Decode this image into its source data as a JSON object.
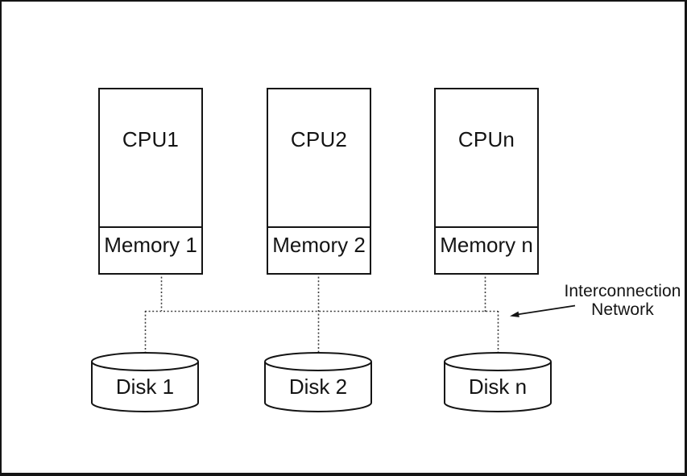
{
  "diagram": {
    "nodes": [
      {
        "cpu_label": "CPU1",
        "memory_label": "Memory 1"
      },
      {
        "cpu_label": "CPU2",
        "memory_label": "Memory 2"
      },
      {
        "cpu_label": "CPUn",
        "memory_label": "Memory n"
      }
    ],
    "disks": [
      {
        "label": "Disk 1"
      },
      {
        "label": "Disk 2"
      },
      {
        "label": "Disk n"
      }
    ],
    "annotation": {
      "line1": "Interconnection",
      "line2": "Network"
    },
    "colors": {
      "ink": "#141414",
      "wire": "#3c3c3c",
      "background": "#ffffff"
    }
  }
}
